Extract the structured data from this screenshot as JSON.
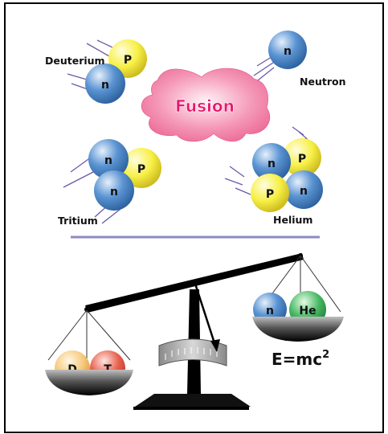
{
  "particles": {
    "deuterium": "Deuterium",
    "neutron": "Neutron",
    "tritium": "Tritium",
    "helium": "Helium",
    "proton_symbol": "P",
    "neutron_symbol": "n"
  },
  "center": {
    "reaction": "Fusion"
  },
  "scale": {
    "left_pan": {
      "d": "D",
      "t": "T"
    },
    "right_pan": {
      "n": "n",
      "he": "He"
    },
    "equation_base": "E=mc",
    "equation_exp": "2"
  },
  "colors": {
    "proton": "#f5ef3a",
    "neutron": "#4a86c8",
    "cloud": "#f27fa6",
    "fusion_text": "#e8156c",
    "helium_ball": "#3fb45a",
    "deuterium_ball": "#f5c070",
    "tritium_ball": "#e8584a",
    "divider": "#8f8bc2",
    "gauge": "#7f7f7f"
  }
}
